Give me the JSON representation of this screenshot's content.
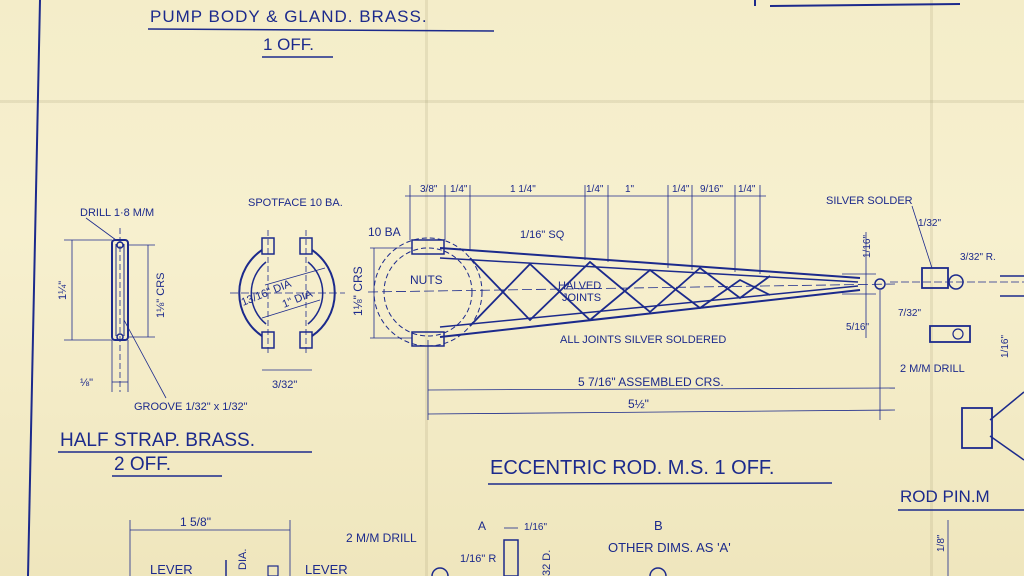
{
  "titles": {
    "pump_body": "PUMP BODY & GLAND. BRASS.",
    "pump_body_qty": "1 OFF.",
    "half_strap": "HALF STRAP. BRASS.",
    "half_strap_qty": "2 OFF.",
    "eccentric_rod": "ECCENTRIC ROD. M.S. 1 OFF.",
    "rod_pin": "ROD PIN.M"
  },
  "half_strap": {
    "drill": "DRILL 1·8 M/M",
    "height": "1¼\"",
    "crs": "1⅛\" CRS",
    "width": "⅛\"",
    "groove": "GROOVE 1/32\" x 1/32\"",
    "spotface": "SPOTFACE 10 BA.",
    "dia_outer": "13/16\" DIA",
    "dia_inner": "1\" DIA",
    "gap": "3/32\""
  },
  "eccentric_rod": {
    "ba": "10 BA",
    "nuts": "NUTS",
    "crs": "1⅛\" CRS",
    "sq": "1/16\" SQ",
    "halved_joints": [
      "HALVED",
      "JOINTS"
    ],
    "all_joints": "ALL JOINTS SILVER SOLDERED",
    "assembled": "5 7/16\" ASSEMBLED CRS.",
    "overall": "5½\"",
    "top_dims": [
      "3/8\"",
      "1/4\"",
      "1 1/4\"",
      "1/4\"",
      "1\"",
      "1/4\"",
      "9/16\"",
      "1/4\""
    ],
    "end_dim_top": "1/16\"",
    "end_dim_bottom": "5/16\""
  },
  "right_detail": {
    "silver_solder": "SILVER SOLDER",
    "dim1": "1/32\"",
    "dim2": "3/32\" R.",
    "dim3": "7/32\"",
    "dim4": "1/16\"",
    "drill": "2 M/M DRILL"
  },
  "bottom": {
    "lever_dim": "1 5/8\"",
    "lever1": "LEVER",
    "lever2": "LEVER",
    "dia": "DIA.",
    "drill": "2 M/M DRILL",
    "radius": "1/16\" R",
    "a_label": "A",
    "a_dim": "1/16\"",
    "b_label": "B",
    "other_dims": "OTHER DIMS. AS 'A'",
    "d_label": "32 D.",
    "rod_dim": "1/8\""
  },
  "colors": {
    "ink": "#1c2a8c",
    "paper": "#f4edc9"
  }
}
